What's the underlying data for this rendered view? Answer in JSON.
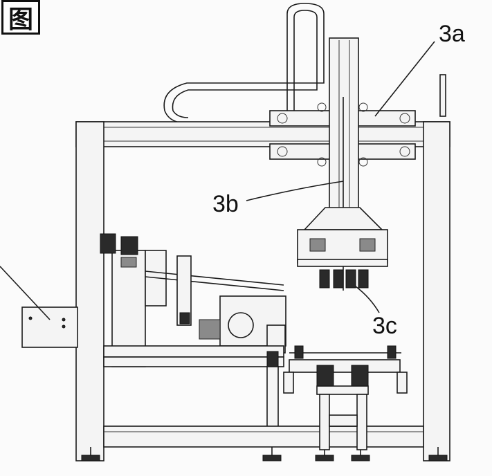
{
  "figure_mark": "图",
  "labels": {
    "a": "3a",
    "b": "3b",
    "c": "3c"
  },
  "colors": {
    "ink": "#1a1a1a",
    "paper": "#fbfbfb"
  }
}
